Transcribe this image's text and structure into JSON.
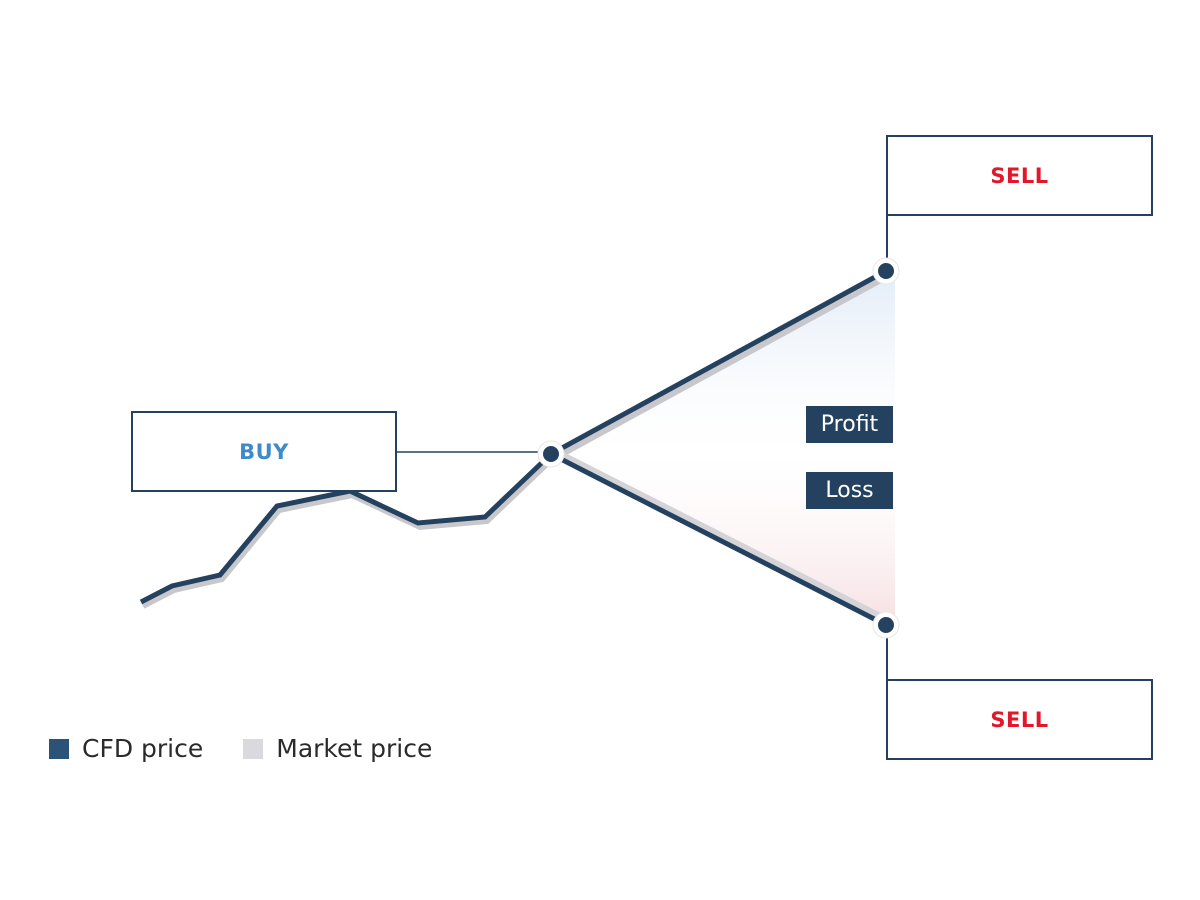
{
  "labels": {
    "buy": "BUY",
    "sell_top": "SELL",
    "sell_bottom": "SELL",
    "profit": "Profit",
    "loss": "Loss"
  },
  "legend": {
    "items": [
      {
        "label": "CFD price",
        "color": "#2b5378"
      },
      {
        "label": "Market price",
        "color": "#d9d9de"
      }
    ]
  },
  "colors": {
    "line": "#24425f",
    "shadow": "#c8c8cc",
    "buy_text": "#3f8acb",
    "sell_text": "#e2172a",
    "profit_fill": "#dbe7f5",
    "loss_fill": "#f5dcdf"
  },
  "chart_data": {
    "type": "line",
    "title": "",
    "series": [
      {
        "name": "CFD price",
        "points": [
          [
            141,
            602
          ],
          [
            172,
            586
          ],
          [
            220,
            575
          ],
          [
            277,
            506
          ],
          [
            350,
            491
          ],
          [
            418,
            523
          ],
          [
            485,
            517
          ],
          [
            551,
            454
          ]
        ]
      },
      {
        "name": "Profit branch",
        "points": [
          [
            551,
            454
          ],
          [
            886,
            271
          ]
        ]
      },
      {
        "name": "Loss branch",
        "points": [
          [
            551,
            454
          ],
          [
            886,
            625
          ]
        ]
      }
    ],
    "annotations": [
      "BUY",
      "SELL",
      "SELL",
      "Profit",
      "Loss"
    ],
    "legend": [
      "CFD price",
      "Market price"
    ]
  }
}
